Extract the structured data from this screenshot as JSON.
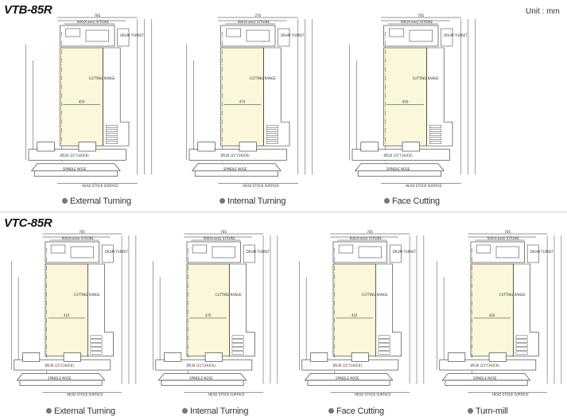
{
  "sections": [
    {
      "model": "VTB-85R",
      "diagrams": [
        {
          "caption": "External Turning",
          "labels": {
            "top": "785",
            "stroke": "600(X-axis) STROKE",
            "turret": "DRUM TURRET",
            "cutting_range": "CUTTING RANGE",
            "range": "450",
            "head": "HEAD STOCK SURFACE",
            "spindle": "SPINDLE NOSE",
            "chuck": "Ø530 (21\"CHUCK)"
          }
        },
        {
          "caption": "Internal Turning",
          "labels": {
            "top": "270",
            "stroke": "600(X-axis) STROKE",
            "turret": "DRUM TURRET",
            "cutting_range": "CUTTING RANGE",
            "range": "470",
            "head": "HEAD STOCK SURFACE",
            "spindle": "SPINDLE NOSE",
            "chuck": "Ø530 (21\"CHUCK)"
          }
        },
        {
          "caption": "Face Cutting",
          "labels": {
            "top": "785",
            "stroke": "600(X-axis) STROKE",
            "turret": "DRUM TURRET",
            "cutting_range": "CUTTING RANGE",
            "range": "450",
            "head": "HEAD STOCK SURFACE",
            "spindle": "SPINDLE NOSE",
            "chuck": "Ø530 (21\"CHUCK)"
          }
        }
      ]
    },
    {
      "model": "VTC-85R",
      "diagrams": [
        {
          "caption": "External Turning",
          "labels": {
            "top": "785",
            "stroke": "600(X-axis) STROKE",
            "turret": "DRUM TURRET",
            "cutting_range": "CUTTING RANGE",
            "range": "410",
            "head": "HEAD STOCK SURFACE",
            "spindle": "SPINDLE NOSE",
            "chuck": "Ø530 (21\"CHUCK)"
          }
        },
        {
          "caption": "Internal Turning",
          "labels": {
            "top": "785",
            "stroke": "600(X-axis) STROKE",
            "turret": "DRUM TURRET",
            "cutting_range": "CUTTING RANGE",
            "range": "470",
            "head": "HEAD STOCK SURFACE",
            "spindle": "SPINDLE NOSE",
            "chuck": "Ø530 (21\"CHUCK)"
          }
        },
        {
          "caption": "Face Cutting",
          "labels": {
            "top": "785",
            "stroke": "600(X-axis) STROKE",
            "turret": "DRUM TURRET",
            "cutting_range": "CUTTING RANGE",
            "range": "410",
            "head": "HEAD STOCK SURFACE",
            "spindle": "SPINDLE NOSE",
            "chuck": "Ø530 (21\"CHUCK)"
          }
        },
        {
          "caption": "Turn-mill",
          "labels": {
            "top": "785",
            "stroke": "600(X-axis) STROKE",
            "turret": "DRUM TURRET",
            "cutting_range": "CUTTING RANGE",
            "range": "420",
            "head": "HEAD STOCK SURFACE",
            "spindle": "SPINDLE NOSE",
            "chuck": "Ø530 (21\"CHUCK)"
          }
        }
      ]
    }
  ],
  "unit": "Unit : mm",
  "colors": {
    "cutting_area": "#fbf7da",
    "line": "#2a2a2a",
    "bullet": "#777777"
  }
}
